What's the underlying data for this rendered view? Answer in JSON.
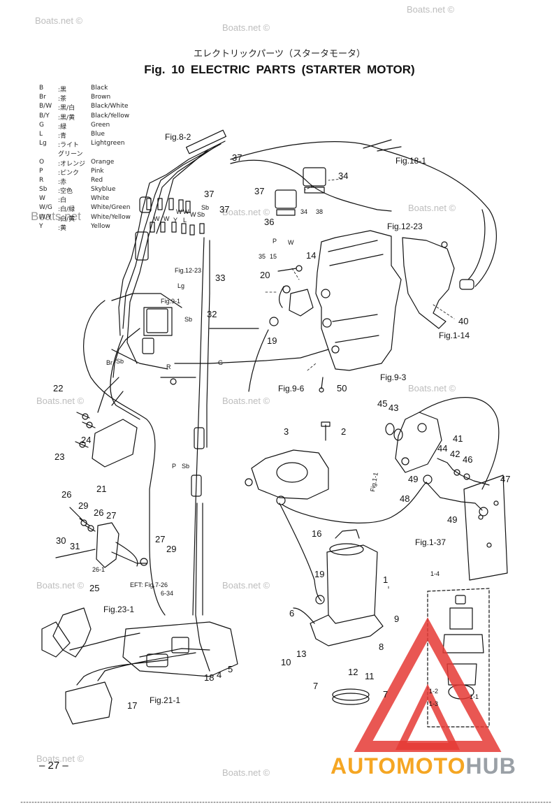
{
  "title_jp": "エレクトリックパーツ（スタータモータ）",
  "title_en": "Fig. 10   ELECTRIC PARTS  (STARTER MOTOR)",
  "watermarks": [
    "Boats.net ©",
    "Boats.net ©",
    "Boats.net ©",
    "Boats.net",
    "Boats.net ©",
    "Boats.net ©",
    "Boats.net ©",
    "Boats.net ©",
    "Boats.net ©",
    "Boats.net ©",
    "Boats.net ©",
    "Boats.net ©",
    "Boats.net ©"
  ],
  "legend": [
    {
      "code": "B",
      "jp": ":黒",
      "en": "Black"
    },
    {
      "code": "Br",
      "jp": ":茶",
      "en": "Brown"
    },
    {
      "code": "B/W",
      "jp": ":黒/白",
      "en": "Black/White"
    },
    {
      "code": "B/Y",
      "jp": ":黒/黄",
      "en": "Black/Yellow"
    },
    {
      "code": "G",
      "jp": ":緑",
      "en": "Green"
    },
    {
      "code": "L",
      "jp": ":青",
      "en": "Blue"
    },
    {
      "code": "Lg",
      "jp": ":ライト",
      "en": "Lightgreen"
    },
    {
      "code": "",
      "jp": "グリーン",
      "en": ""
    },
    {
      "code": "O",
      "jp": ":オレンジ",
      "en": "Orange"
    },
    {
      "code": "P",
      "jp": ":ピンク",
      "en": "Pink"
    },
    {
      "code": "R",
      "jp": ":赤",
      "en": "Red"
    },
    {
      "code": "Sb",
      "jp": ":空色",
      "en": "Skyblue"
    },
    {
      "code": "W",
      "jp": ":白",
      "en": "White"
    },
    {
      "code": "W/G",
      "jp": ":白/緑",
      "en": "White/Green"
    },
    {
      "code": "W/Y",
      "jp": ":白/黄",
      "en": "White/Yellow"
    },
    {
      "code": "Y",
      "jp": ":黄",
      "en": "Yellow"
    }
  ],
  "refs": {
    "fig8_2": "Fig.8-2",
    "fig18_1": "Fig.18-1",
    "fig12_23a": "Fig.12-23",
    "fig12_23b": "Fig.12-23",
    "fig9_1": "Fig.9-1",
    "fig9_6": "Fig.9-6",
    "fig9_3": "Fig.9-3",
    "fig1_14": "Fig.1-14",
    "fig1_1": "Fig.1-1",
    "fig1_37": "Fig.1-37",
    "fig23_1": "Fig.23-1",
    "fig21_1": "Fig.21-1",
    "eft": "EFT: Fig.7-26",
    "eft2": "6-34"
  },
  "wire_labels": {
    "w1": "W",
    "w2": "W",
    "w3": "Y",
    "w4": "L",
    "w5": "W",
    "w6": "Sb",
    "sb_top": "Sb",
    "w_top1": "W",
    "w_top2": "W",
    "p_a": "P",
    "w_a": "W",
    "lg": "Lg",
    "sb2": "Sb",
    "r": "R",
    "g": "G",
    "br": "Br",
    "sb3": "Sb",
    "p_b": "P",
    "sb4": "Sb"
  },
  "callouts": {
    "n1": "1",
    "n2": "2",
    "n3": "3",
    "n4": "4",
    "n5": "5",
    "n6": "6",
    "n7a": "7",
    "n7b": "7",
    "n8": "8",
    "n9": "9",
    "n10": "10",
    "n11": "11",
    "n12": "12",
    "n13": "13",
    "n14": "14",
    "n15": "15",
    "n16": "16",
    "n17": "17",
    "n18": "18",
    "n19a": "19",
    "n19b": "19",
    "n20": "20",
    "n21": "21",
    "n22": "22",
    "n23": "23",
    "n24": "24",
    "n25": "25",
    "n26a": "26",
    "n26b": "26",
    "n26c": "26-1",
    "n27a": "27",
    "n27b": "27",
    "n29a": "29",
    "n29b": "29",
    "n30": "30",
    "n31": "31",
    "n32": "32",
    "n33": "33",
    "n34a": "34",
    "n34b": "34",
    "n35": "35",
    "n36": "36",
    "n37a": "37",
    "n37b": "37",
    "n37c": "37",
    "n37d": "37",
    "n38": "38",
    "n40": "40",
    "n41": "41",
    "n42": "42",
    "n43": "43",
    "n44": "44",
    "n45": "45",
    "n46": "46",
    "n47": "47",
    "n48": "48",
    "n49a": "49",
    "n49b": "49",
    "n50": "50",
    "n1_4": "1-4",
    "n1_2": "1-2",
    "n1_3": "1-3",
    "n1_1": "1-1"
  },
  "page_number": "– 27 –",
  "brand": {
    "part1": "AUTOMOTO",
    "part2": "HUB"
  },
  "colors": {
    "ink": "#111111",
    "watermark": "#bdbdbd",
    "logo_red": "#e53935",
    "logo_orange": "#f5a623",
    "logo_gray": "#9aa0a6"
  }
}
